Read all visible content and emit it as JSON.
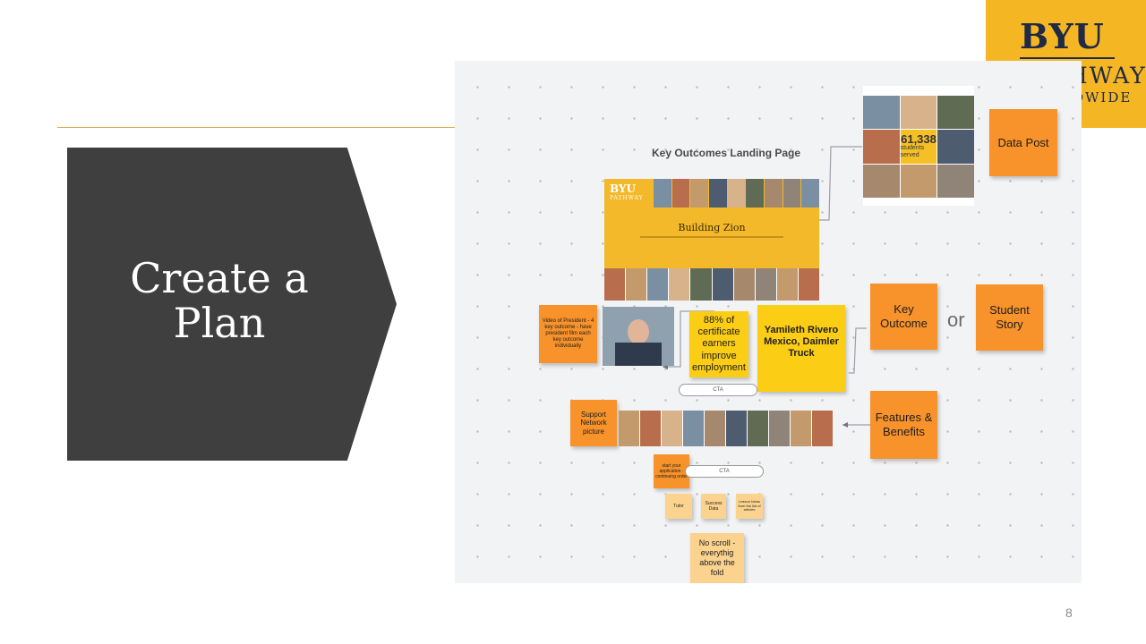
{
  "slide": {
    "title_line1": "Create a",
    "title_line2": "Plan",
    "page_number": "8"
  },
  "logo": {
    "line1": "BYU",
    "line2": "PATHWAY",
    "line3": "WORLDWIDE"
  },
  "board": {
    "title": "Key Outcomes Landing Page",
    "banner": {
      "logo_line1": "BYU",
      "logo_line2": "PATHWAY",
      "heading": "Building Zion"
    },
    "data_grid_stat_number": "61,338",
    "data_grid_stat_label": "students served",
    "stickies": {
      "data_post": "Data Post",
      "video_note": "Video of President - 4 key outcome - have president film each key outcome individually",
      "stat_88": "88% of certificate earners improve employment",
      "yamileth": "Yamileth Rivero Mexico, Daimler Truck",
      "key_outcome": "Key Outcome",
      "student_story": "Student Story",
      "support_network": "Support Network picture",
      "features_benefits": "Features & Benefits",
      "start_application": "start your application - continuing order",
      "small1": "Tutor",
      "small2": "Success Data",
      "small3": "Lesson Ideas from the list of articles",
      "no_scroll": "No scroll - everythig above the fold"
    },
    "or_label": "or",
    "cta1": "CTA",
    "cta2": "CTA"
  },
  "colors": {
    "arrow": "#3f3f3f",
    "logo_bg": "#f5b624",
    "orange_sticky": "#f8922a",
    "yellow_sticky": "#fbcd14",
    "pale_sticky": "#fbd38f"
  }
}
